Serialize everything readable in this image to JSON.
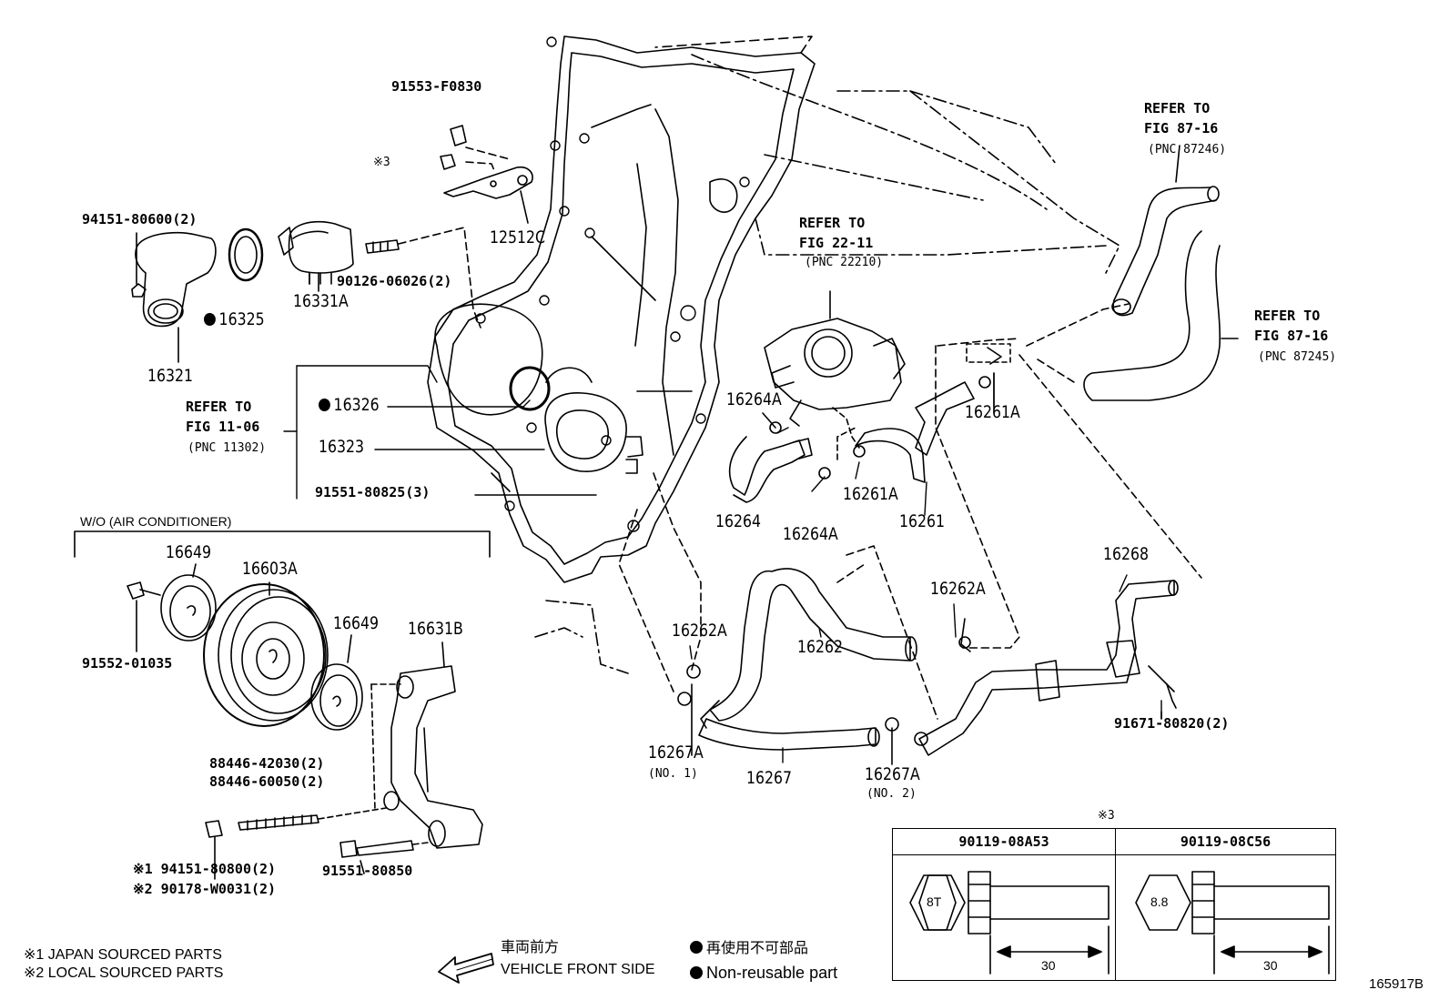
{
  "diagram_id": "165917B",
  "refer_labels": {
    "refer_to": "REFER TO",
    "fig_87_16": "FIG 87-16",
    "pnc_87246": "(PNC 87246)",
    "pnc_87245": "(PNC 87245)",
    "fig_22_11": "FIG 22-11",
    "pnc_22210": "(PNC 22210)",
    "fig_11_06": "FIG 11-06",
    "pnc_11302": "(PNC 11302)"
  },
  "parts": {
    "p91553": "91553-F0830",
    "mark3": "※3",
    "p12512c": "12512C",
    "p94151_600": "94151-80600(2)",
    "p90126": "90126-06026(2)",
    "p16325": "16325",
    "p16331a": "16331A",
    "p16321": "16321",
    "p16326": "16326",
    "p16323": "16323",
    "p91551_825": "91551-80825(3)",
    "p16264a_1": "16264A",
    "p16264": "16264",
    "p16264a_2": "16264A",
    "p16261a_1": "16261A",
    "p16261a_2": "16261A",
    "p16261": "16261",
    "p16268": "16268",
    "p16262a_1": "16262A",
    "p16262a_2": "16262A",
    "p16262": "16262",
    "p91671": "91671-80820(2)",
    "p16267a_1": "16267A",
    "no1": "(NO. 1)",
    "p16267": "16267",
    "p16267a_2": "16267A",
    "no2": "(NO. 2)",
    "wo_ac": "W/O (AIR CONDITIONER)",
    "p16649_1": "16649",
    "p16603a": "16603A",
    "p16649_2": "16649",
    "p16631b": "16631B",
    "p91552": "91552-01035",
    "p88446_42030": "88446-42030(2)",
    "p88446_60050": "88446-60050(2)",
    "p94151_800": "※1 94151-80800(2)",
    "p90178": "※2 90178-W0031(2)",
    "p91551_850": "91551-80850"
  },
  "table": {
    "mark": "※3",
    "col1": {
      "part": "90119-08A53",
      "grade": "8T",
      "length": "30"
    },
    "col2": {
      "part": "90119-08C56",
      "grade": "8.8",
      "length": "30"
    }
  },
  "legend": {
    "note1": "※1 JAPAN SOURCED PARTS",
    "note2": "※2 LOCAL SOURCED PARTS",
    "front_jp": "車両前方",
    "front_en": "VEHICLE FRONT SIDE",
    "nonreuse_jp": "再使用不可部品",
    "nonreuse_en": "Non-reusable part"
  }
}
